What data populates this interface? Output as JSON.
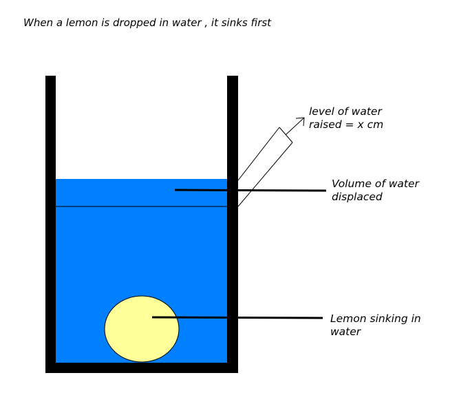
{
  "title": "When a lemon is dropped in water , it sinks first",
  "labels": {
    "level_line1": "level of water",
    "level_line2": "raised = x cm",
    "volume_line1": "Volume of water",
    "volume_line2": "displaced",
    "lemon_line1": "Lemon sinking in",
    "lemon_line2": "water"
  },
  "colors": {
    "water": "#0080ff",
    "lemon": "#ffff99",
    "container": "#000000"
  }
}
